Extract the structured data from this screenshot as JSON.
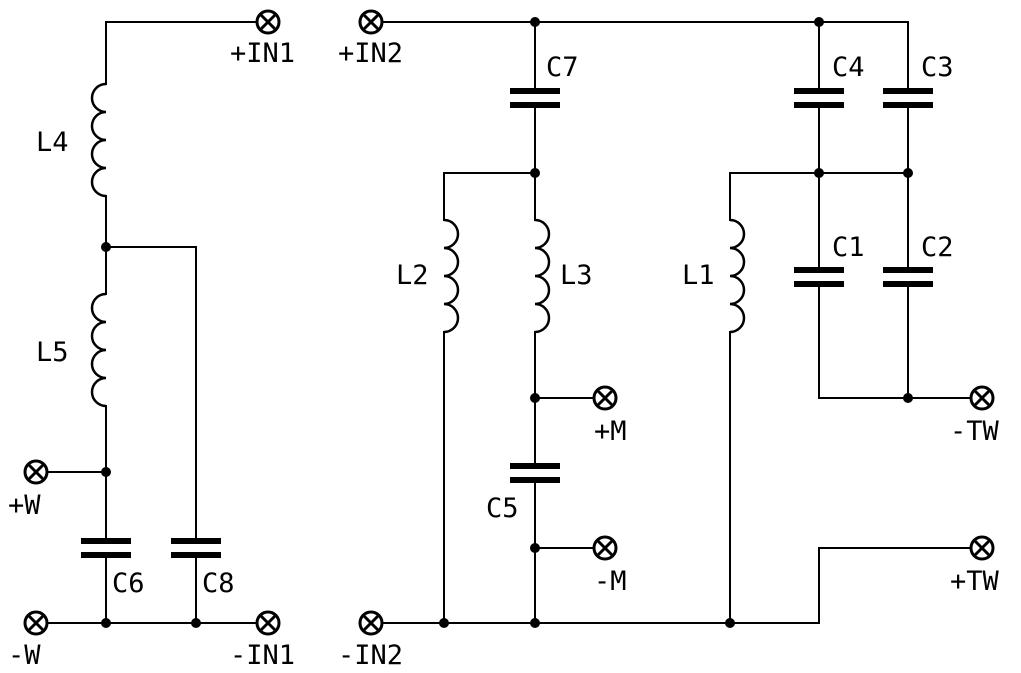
{
  "terminals": {
    "in1_pos": "+IN1",
    "in1_neg": "-IN1",
    "in2_pos": "+IN2",
    "in2_neg": "-IN2",
    "woofer_pos": "+W",
    "woofer_neg": "-W",
    "mid_pos": "+M",
    "mid_neg": "-M",
    "tweeter_pos": "+TW",
    "tweeter_neg": "-TW"
  },
  "components": {
    "L1": "L1",
    "L2": "L2",
    "L3": "L3",
    "L4": "L4",
    "L5": "L5",
    "C1": "C1",
    "C2": "C2",
    "C3": "C3",
    "C4": "C4",
    "C5": "C5",
    "C6": "C6",
    "C7": "C7",
    "C8": "C8"
  }
}
